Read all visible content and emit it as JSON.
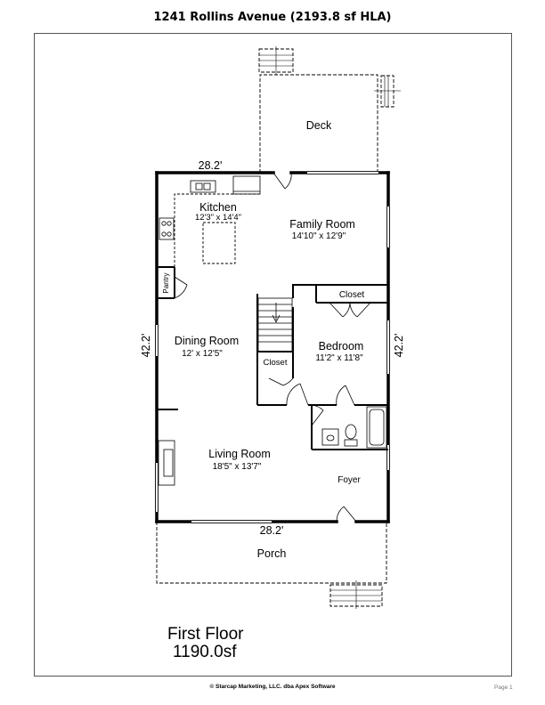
{
  "title": "1241 Rollins Avenue (2193.8 sf HLA)",
  "rooms": {
    "deck": {
      "name": "Deck"
    },
    "kitchen": {
      "name": "Kitchen",
      "dims": "12'3\" x 14'4\""
    },
    "family_room": {
      "name": "Family Room",
      "dims": "14'10\" x 12'9\""
    },
    "pantry": {
      "name": "Pantry"
    },
    "closet_upper": {
      "name": "Closet"
    },
    "dining_room": {
      "name": "Dining Room",
      "dims": "12' x 12'5\""
    },
    "closet_stair": {
      "name": "Closet"
    },
    "bedroom": {
      "name": "Bedroom",
      "dims": "11'2\" x 11'8\""
    },
    "living_room": {
      "name": "Living Room",
      "dims": "18'5\" x 13'7\""
    },
    "foyer": {
      "name": "Foyer"
    },
    "porch": {
      "name": "Porch"
    }
  },
  "dimensions": {
    "top": "28.2'",
    "bottom": "28.2'",
    "left": "42.2'",
    "right": "42.2'"
  },
  "floor": {
    "name": "First Floor",
    "area": "1190.0sf"
  },
  "footer": {
    "copyright": "© Starcap Marketing, LLC. dba Apex Software",
    "page": "Page 1"
  }
}
